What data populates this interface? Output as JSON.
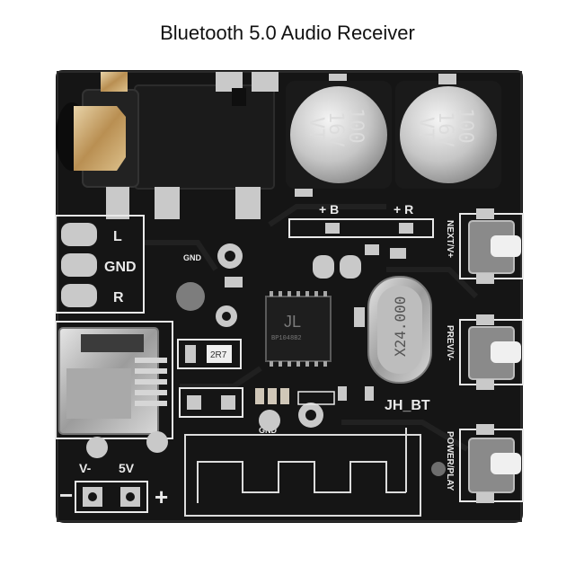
{
  "title": "Bluetooth 5.0 Audio Receiver",
  "board": {
    "pin_labels": [
      "L",
      "GND",
      "R"
    ],
    "power_labels": [
      "V-",
      "5V"
    ],
    "polarity_left": "−",
    "polarity_right": "+",
    "speaker_left": "+ B",
    "speaker_right": "+ R",
    "module_name": "JH_BT",
    "chip_marking": "BP1048B2",
    "crystal": "X24.000",
    "capacitor_values": [
      "100",
      "16V",
      "VT"
    ],
    "gnd_labels": [
      "GND",
      "GND"
    ],
    "resistor": "2R7",
    "button_labels": [
      "NEXT/V+",
      "PREV/V-",
      "POWER/PLAY"
    ],
    "colors": {
      "pcb": "#151515",
      "silkscreen": "#e9e9e9",
      "pad": "#c9c9c9",
      "jack_body": "#1b1b1b",
      "capacitor": "#cfcfcf"
    }
  }
}
